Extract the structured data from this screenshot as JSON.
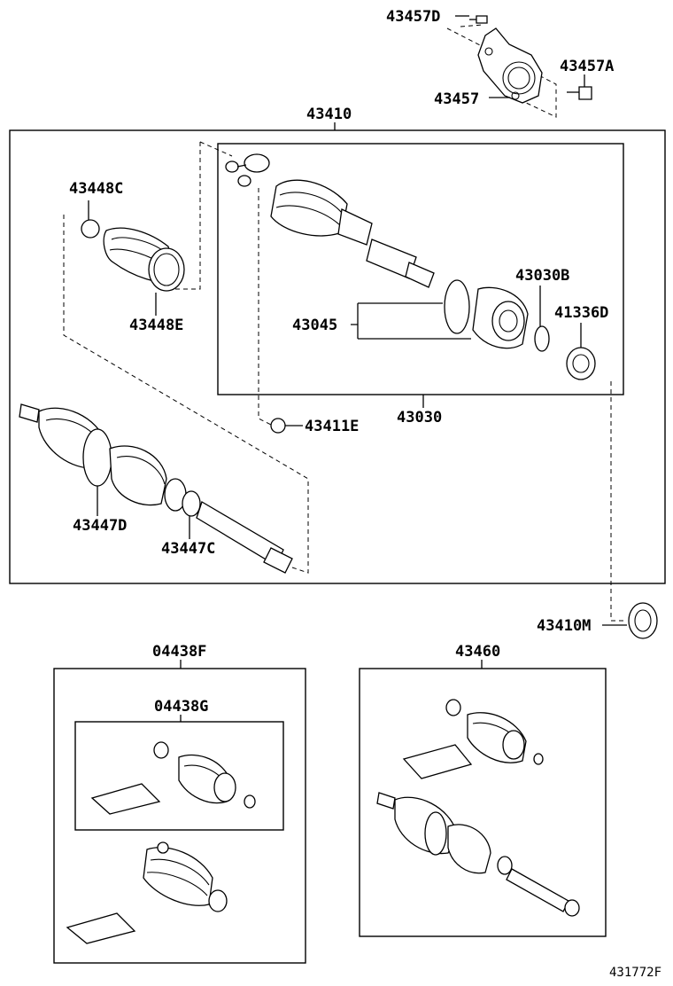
{
  "labels": {
    "p43457D": "43457D",
    "p43457A": "43457A",
    "p43457": "43457",
    "p43410": "43410",
    "p43448C": "43448C",
    "p43448E": "43448E",
    "p43030B": "43030B",
    "p43045": "43045",
    "p41336D": "41336D",
    "p43411E": "43411E",
    "p43030": "43030",
    "p43447D": "43447D",
    "p43447C": "43447C",
    "p43410M": "43410M",
    "p04438F": "04438F",
    "p04438G": "04438G",
    "p43460": "43460"
  },
  "figure_code": "431772F"
}
